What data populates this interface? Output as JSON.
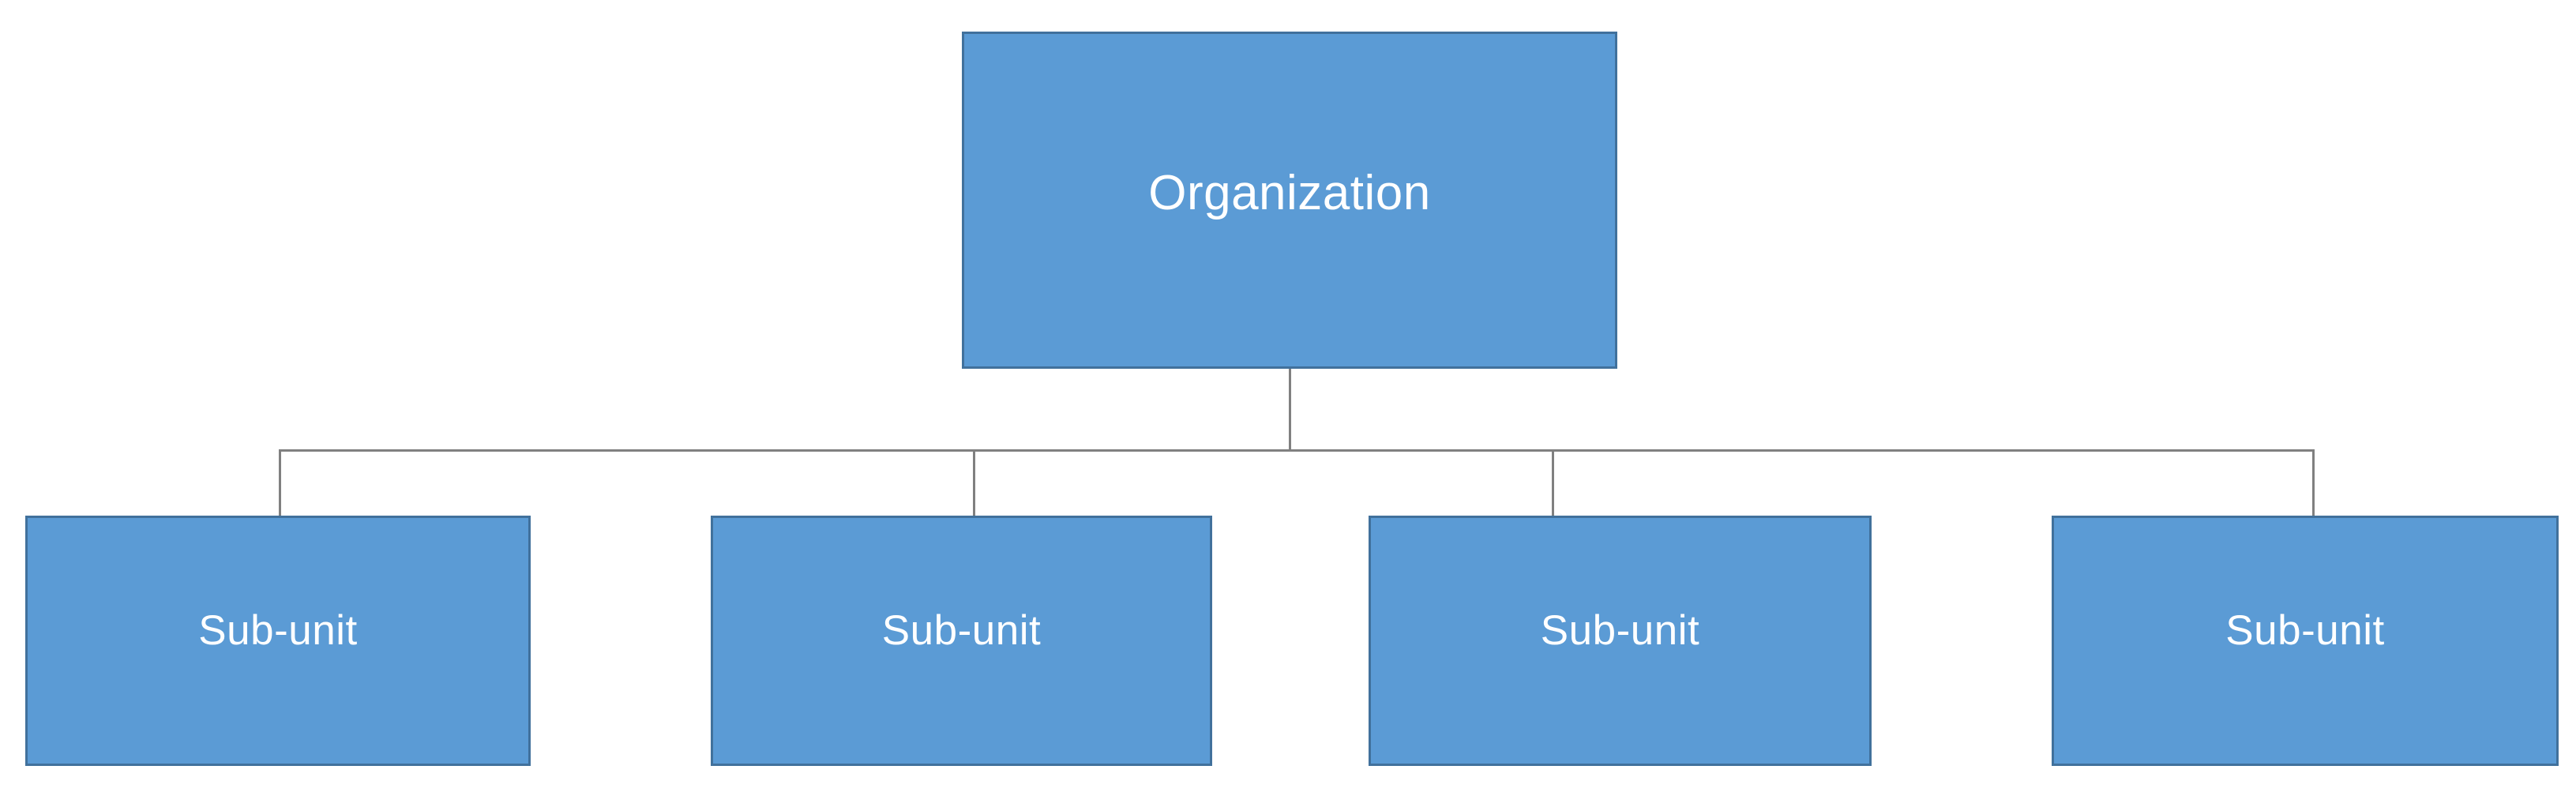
{
  "diagram": {
    "type": "organizational-hierarchy-chart",
    "background_color": "#FFFFFF",
    "node_fill_color": "#5B9BD5",
    "node_border_color": "#41719C",
    "node_text_color": "#FFFFFF",
    "connector_color": "#808080",
    "root": {
      "label": "Organization"
    },
    "children": [
      {
        "label": "Sub-unit"
      },
      {
        "label": "Sub-unit"
      },
      {
        "label": "Sub-unit"
      },
      {
        "label": "Sub-unit"
      }
    ]
  }
}
